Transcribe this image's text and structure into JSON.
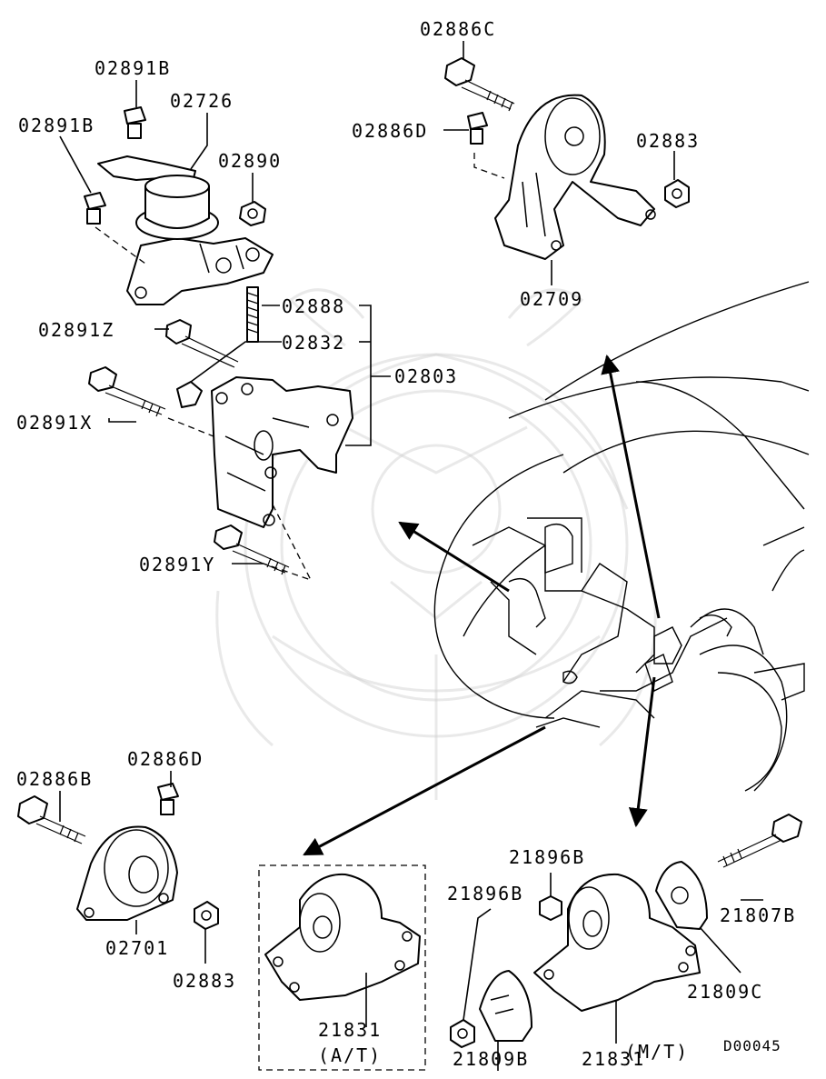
{
  "labels": {
    "p02886C": "02886C",
    "p02891B_top": "02891B",
    "p02726": "02726",
    "p02891B_left": "02891B",
    "p02890": "02890",
    "p02886D_top": "02886D",
    "p02883_top": "02883",
    "p02709": "02709",
    "p02888": "02888",
    "p02891Z": "02891Z",
    "p02832": "02832",
    "p02803": "02803",
    "p02891X": "02891X",
    "p02891Y": "02891Y",
    "p02886B": "02886B",
    "p02886D_bottom": "02886D",
    "p02701": "02701",
    "p02883_bottom": "02883",
    "p21831_at": "21831",
    "at_note": "(A/T)",
    "p21896B_top": "21896B",
    "p21896B_bottom": "21896B",
    "p21807B": "21807B",
    "p21809C": "21809C",
    "p21809B": "21809B",
    "p21831_mt": "21831",
    "mt_note": "(M/T)",
    "diagram_code": "D00045"
  }
}
